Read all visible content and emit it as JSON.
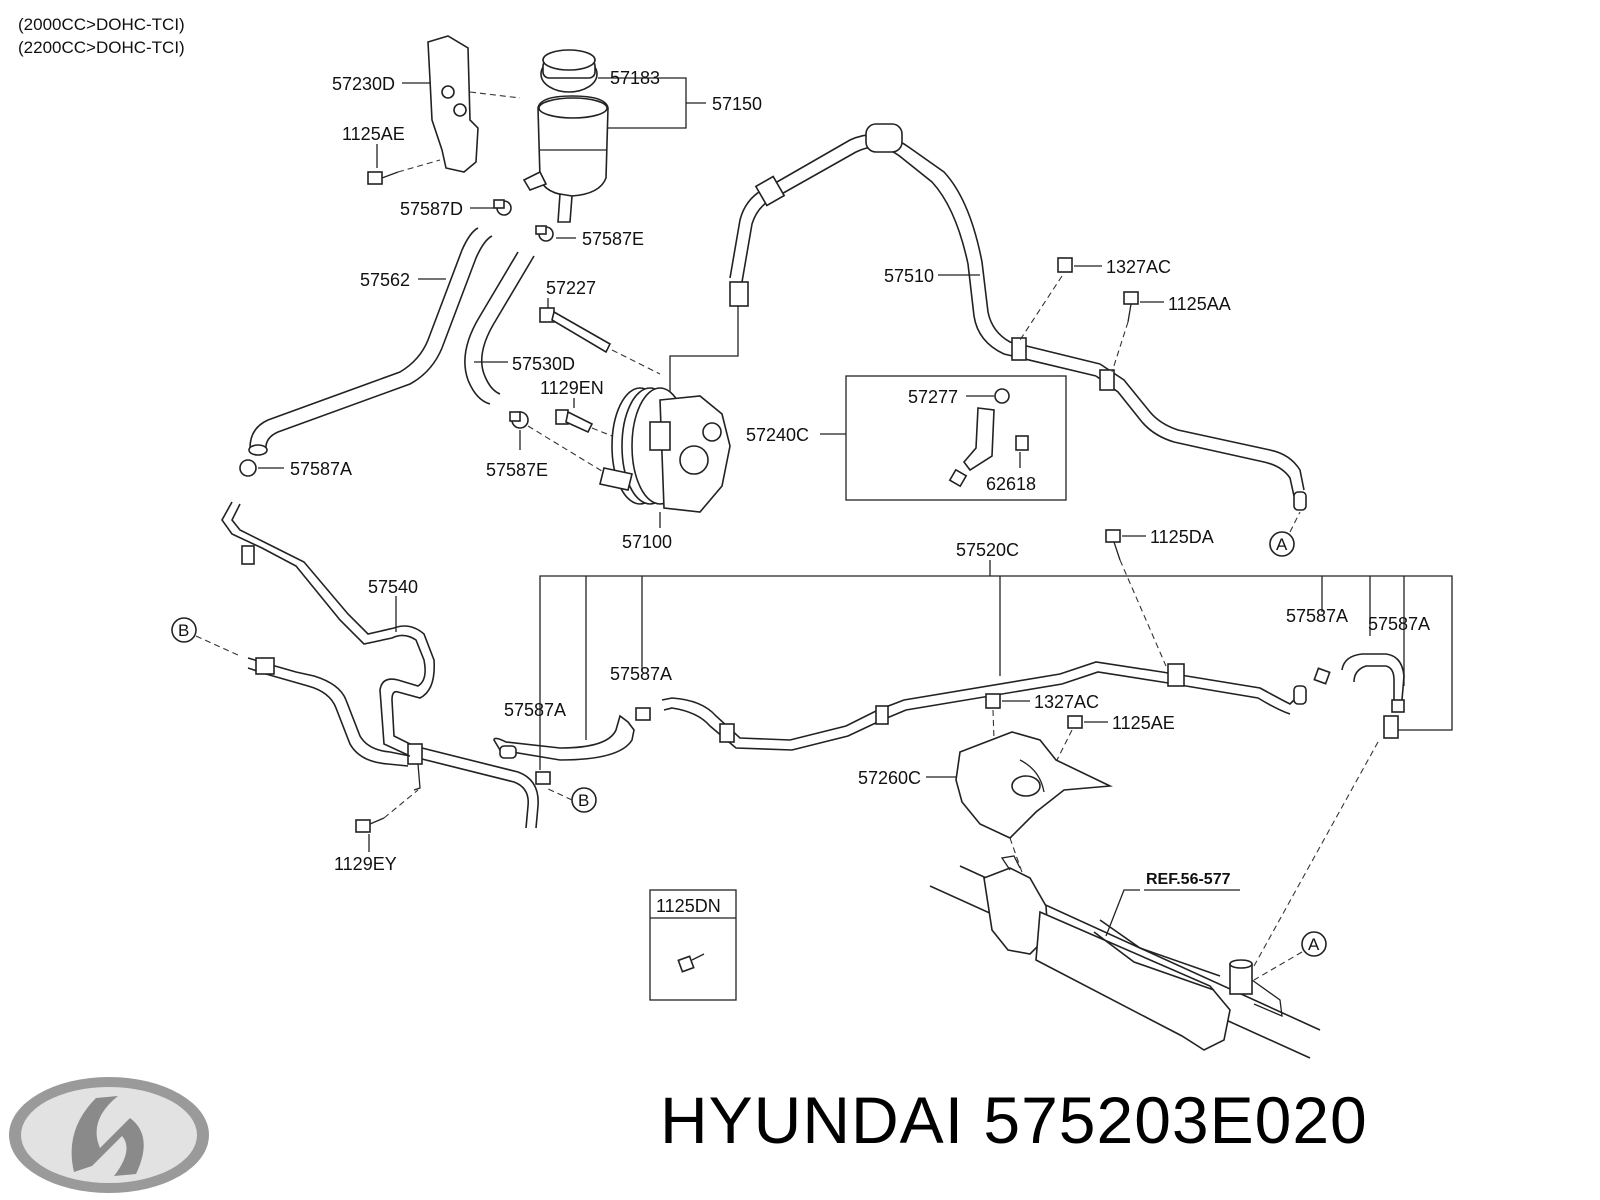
{
  "header": {
    "line1": "(2000CC>DOHC-TCI)",
    "line2": "(2200CC>DOHC-TCI)"
  },
  "labels": {
    "p57230D": "57230D",
    "p57183": "57183",
    "p57150": "57150",
    "p1125AE_top": "1125AE",
    "p57587D": "57587D",
    "p57587E_top": "57587E",
    "p57562": "57562",
    "p57510": "57510",
    "p1327AC_top": "1327AC",
    "p1125AA": "1125AA",
    "p57227": "57227",
    "p57530D": "57530D",
    "p1129EN": "1129EN",
    "p57587A_left": "57587A",
    "p57587E_mid": "57587E",
    "p57240C": "57240C",
    "p57277": "57277",
    "p62618": "62618",
    "p57100": "57100",
    "p1125DA": "1125DA",
    "p57520C": "57520C",
    "p57540": "57540",
    "p57587A_r1": "57587A",
    "p57587A_r2": "57587A",
    "p57587A_mid": "57587A",
    "p57587A_low": "57587A",
    "p1327AC_low": "1327AC",
    "p1125AE_low": "1125AE",
    "p57260C": "57260C",
    "p1129EY": "1129EY",
    "p1125DN": "1125DN",
    "ref": "REF.56-577"
  },
  "callouts": {
    "a1": "A",
    "a2": "A",
    "b1": "B",
    "b2": "B"
  },
  "brand": {
    "text": "HYUNDAI 575203E020",
    "logo": "hyundai-logo"
  },
  "colors": {
    "line": "#222222",
    "logo_gray": "#8a8a8a"
  }
}
